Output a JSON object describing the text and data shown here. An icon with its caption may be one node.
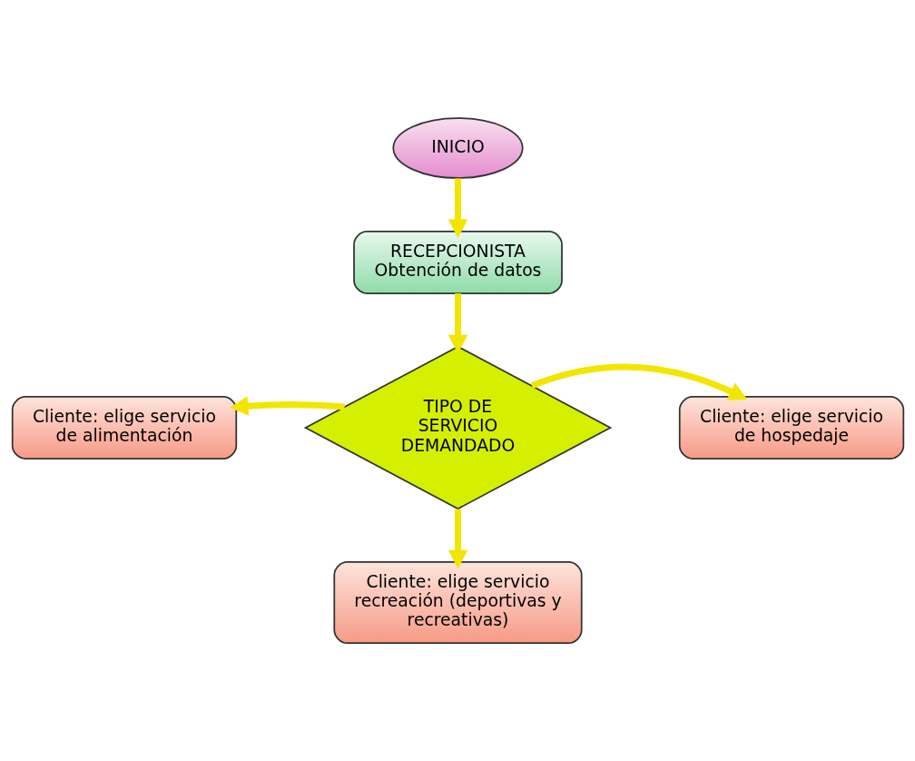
{
  "diagram": {
    "nodes": [
      {
        "text": [
          "INICIO"
        ]
      },
      {
        "text": [
          "RECEPCIONISTA",
          "Obtención de datos"
        ]
      },
      {
        "text": [
          "TIPO DE SERVICIO DEMANDADO"
        ]
      },
      {
        "text": [
          "Cliente: elige servicio de alimentación"
        ]
      },
      {
        "text": [
          "Cliente: elige servicio de hospedaje"
        ]
      },
      {
        "text": [
          "Cliente: elige servicio recreación (deportivas y recreativas)"
        ]
      }
    ],
    "edges": [
      {
        "from": 0,
        "to": 1,
        "arrow": "to"
      },
      {
        "from": 1,
        "to": 2,
        "arrow": "to"
      },
      {
        "from": 2,
        "to": 3,
        "arrow": "to"
      },
      {
        "from": 2,
        "to": 4,
        "arrow": "to"
      },
      {
        "from": 2,
        "to": 5,
        "arrow": "to"
      }
    ]
  }
}
